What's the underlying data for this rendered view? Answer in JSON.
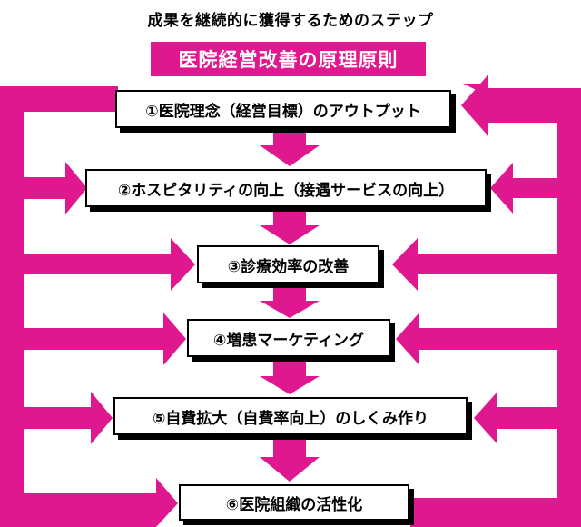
{
  "title": "成果を継続的に獲得するためのステップ",
  "banner": "医院経営改善の原理原則",
  "steps": [
    "①医院理念（経営目標）のアウトプット",
    "②ホスピタリティの向上（接遇サービスの向上）",
    "③診療効率の改善",
    "④増患マーケティング",
    "⑤自費拡大（自費率向上）のしくみ作り",
    "⑥医院組織の活性化"
  ],
  "colors": {
    "accent": "#e0188f",
    "box_border": "#000000",
    "shadow": "#000000"
  }
}
